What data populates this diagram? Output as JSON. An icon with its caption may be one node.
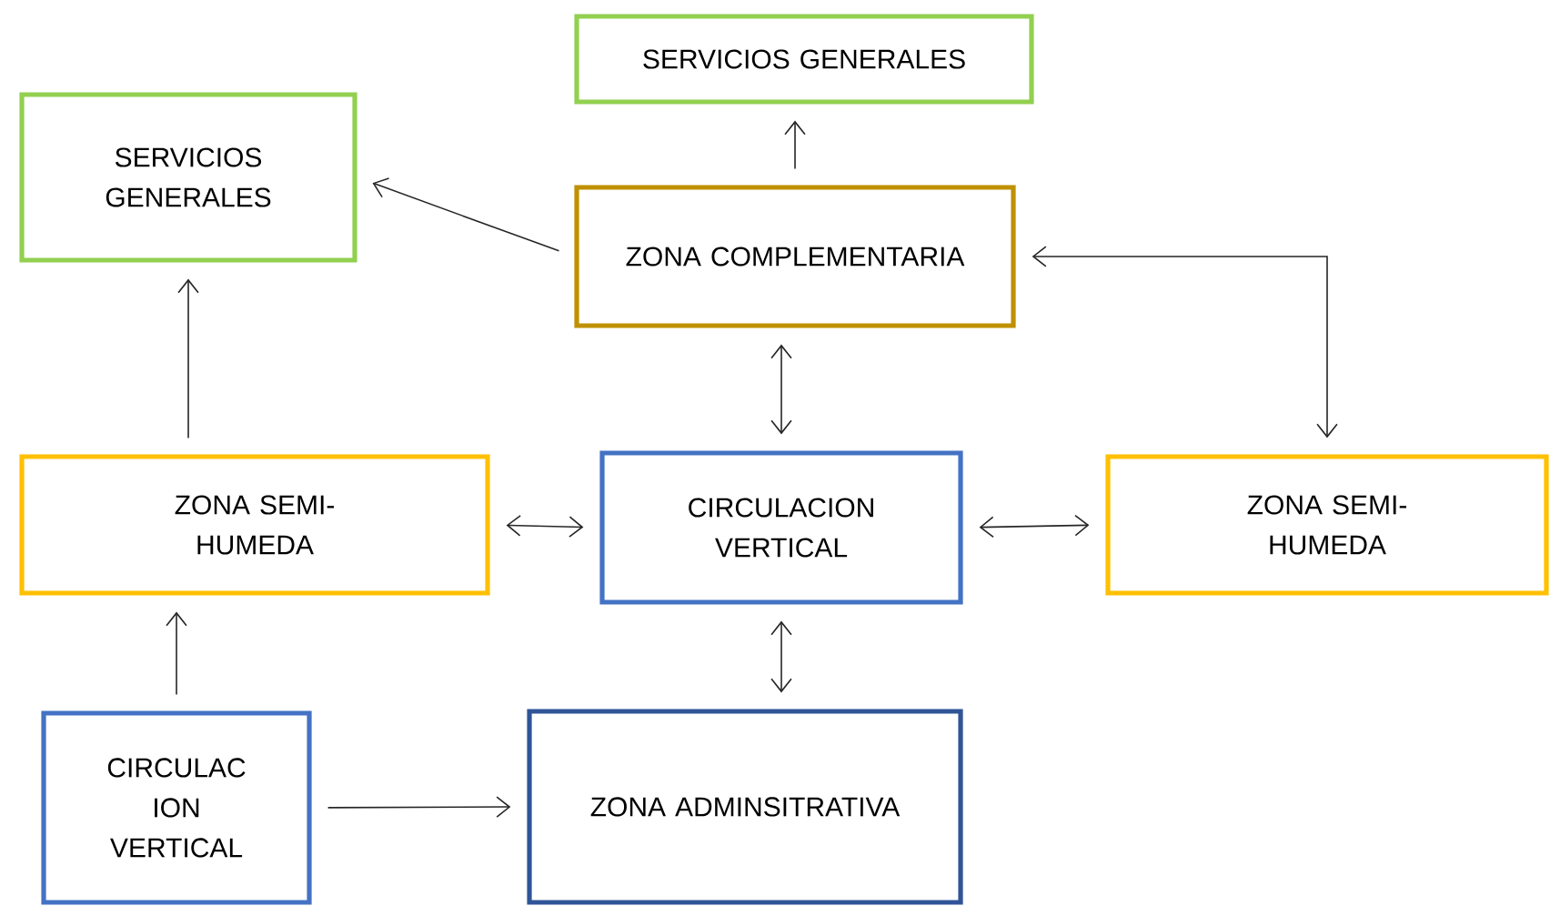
{
  "diagram": {
    "nodes": [
      {
        "text": [
          "SERVICIOS GENERALES"
        ]
      },
      {
        "text": [
          "SERVICIOS GENERALES"
        ]
      },
      {
        "text": [
          "ZONA COMPLEMENTARIA"
        ]
      },
      {
        "text": [
          "ZONA SEMI- HUMEDA"
        ]
      },
      {
        "text": [
          "CIRCULACION VERTICAL"
        ]
      },
      {
        "text": [
          "ZONA SEMI- HUMEDA"
        ]
      },
      {
        "text": [
          "CIRCULAC ION VERTICAL"
        ]
      },
      {
        "text": [
          "ZONA ADMINSITRATIVA"
        ]
      }
    ],
    "edges": [
      {
        "from": 2,
        "to": 0,
        "arrow": "to"
      },
      {
        "from": 2,
        "to": 1,
        "arrow": "to"
      },
      {
        "from": 2,
        "to": 5,
        "arrow": "both"
      },
      {
        "from": 2,
        "to": 4,
        "arrow": "both"
      },
      {
        "from": 3,
        "to": 4,
        "arrow": "both"
      },
      {
        "from": 4,
        "to": 5,
        "arrow": "both"
      },
      {
        "from": 4,
        "to": 7,
        "arrow": "both"
      },
      {
        "from": 3,
        "to": 1,
        "arrow": "to"
      },
      {
        "from": 6,
        "to": 3,
        "arrow": "to"
      },
      {
        "from": 6,
        "to": 7,
        "arrow": "to"
      }
    ]
  }
}
